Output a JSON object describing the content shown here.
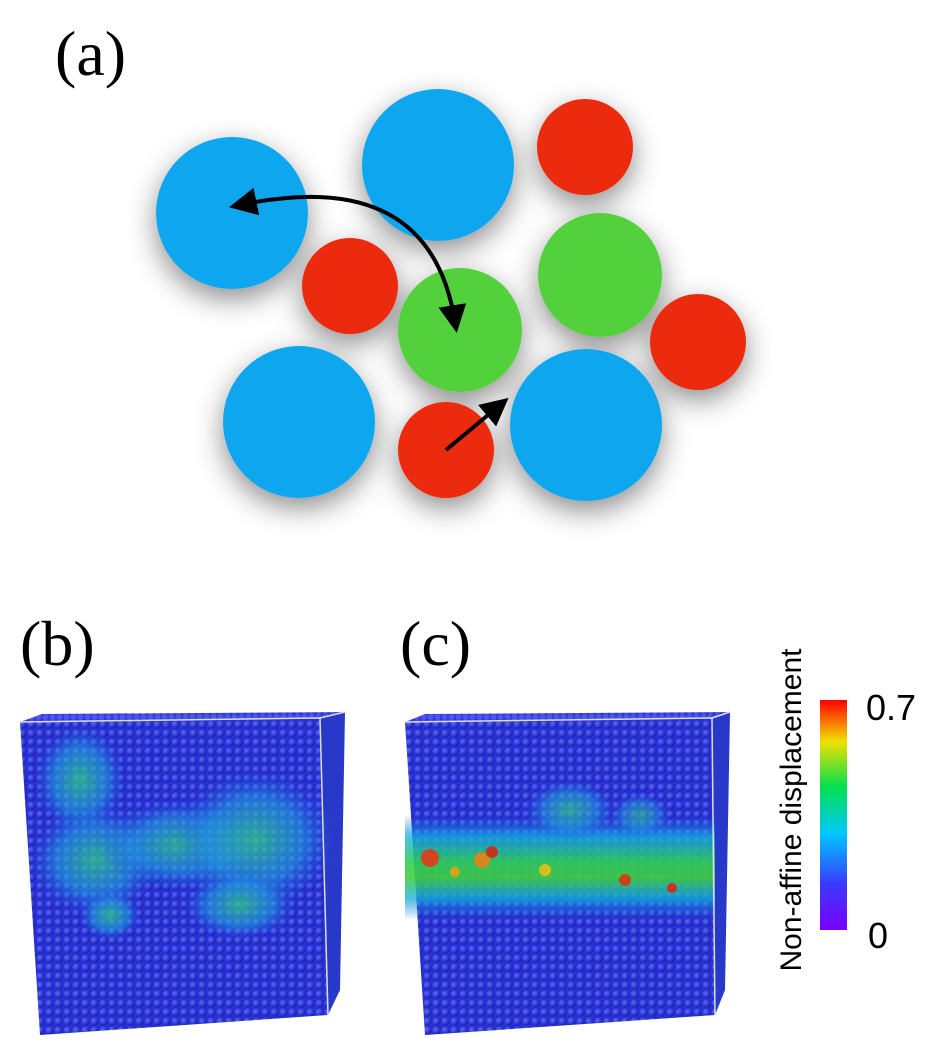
{
  "panels": {
    "a": "(a)",
    "b": "(b)",
    "c": "(c)"
  },
  "colorbar": {
    "title": "Non-affine displacement",
    "max_label": "0.7",
    "min_label": "0",
    "range": [
      0,
      0.7
    ],
    "colors": [
      "#7a00ff",
      "#3a3aff",
      "#00c8ff",
      "#00e050",
      "#f0e000",
      "#ff0000"
    ]
  },
  "particle_colors": {
    "large": "#0aa6ef",
    "medium": "#53d13c",
    "small": "#ec2b10"
  }
}
